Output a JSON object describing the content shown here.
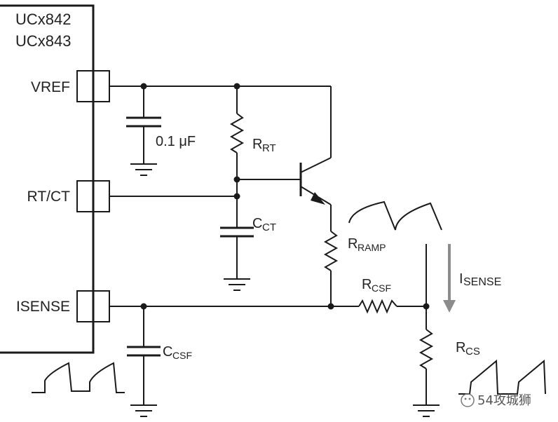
{
  "ic": {
    "name_line1": "UCx842",
    "name_line2": "UCx843",
    "pins": {
      "vref": "VREF",
      "rtct": "RT/CT",
      "isense": "ISENSE"
    }
  },
  "components": {
    "cap_vref": {
      "value": "0.1 μF"
    },
    "r_rt": {
      "main": "R",
      "sub": "RT"
    },
    "c_ct": {
      "main": "C",
      "sub": "CT"
    },
    "r_ramp": {
      "main": "R",
      "sub": "RAMP"
    },
    "r_csf": {
      "main": "R",
      "sub": "CSF"
    },
    "c_csf": {
      "main": "C",
      "sub": "CSF"
    },
    "r_cs": {
      "main": "R",
      "sub": "CS"
    }
  },
  "current_label": {
    "main": "I",
    "sub": "SENSE"
  },
  "watermark": {
    "text": "54攻城狮"
  },
  "colors": {
    "wire": "#1a1a1a",
    "arrow": "#8c8c8c",
    "text": "#222222"
  }
}
